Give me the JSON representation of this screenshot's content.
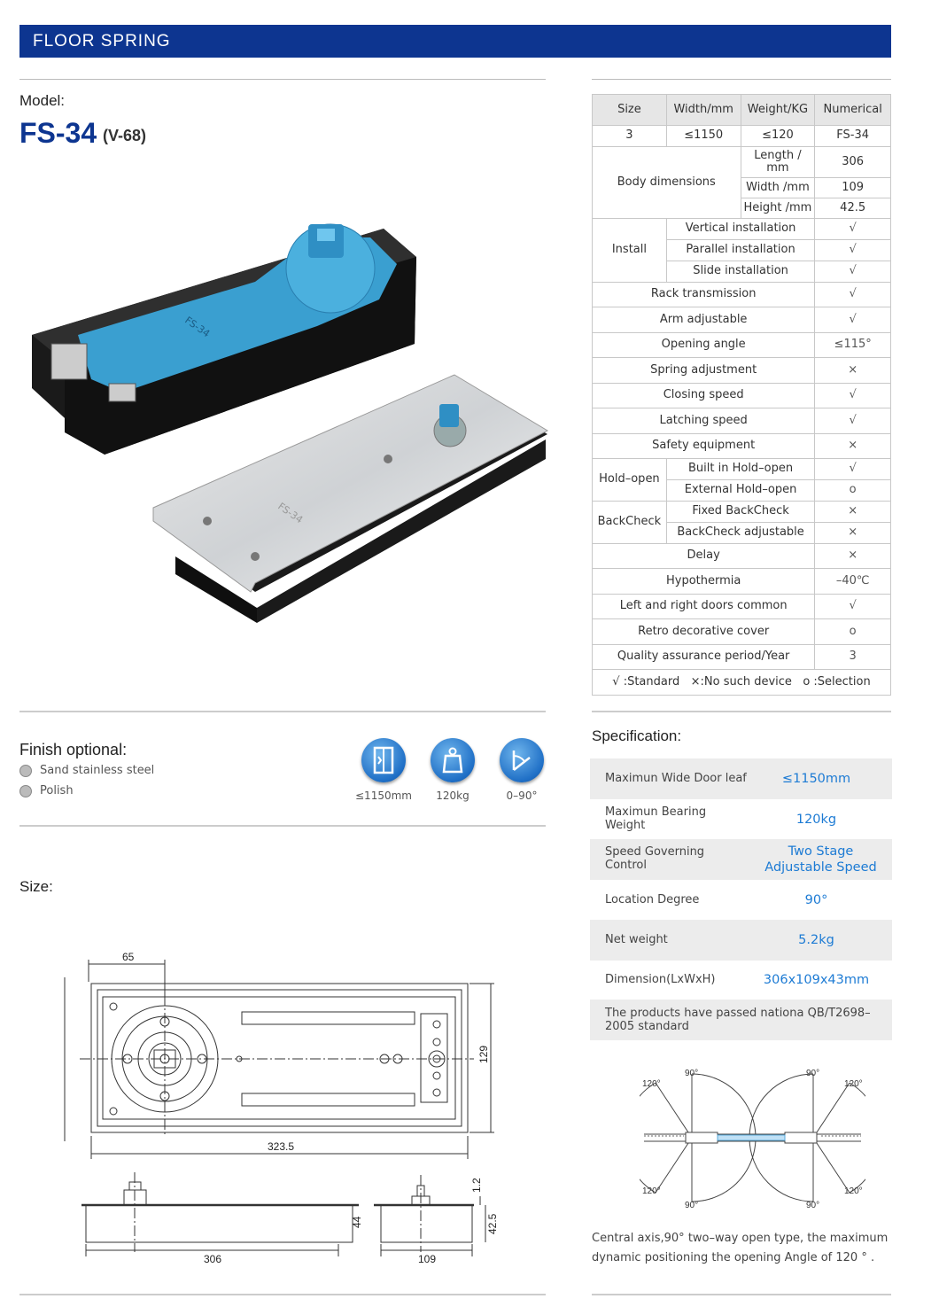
{
  "banner": {
    "title": "FLOOR SPRING"
  },
  "model": {
    "label": "Model:",
    "code": "FS-34",
    "variant": "(V-68)",
    "product_stamp": "FS-34"
  },
  "table": {
    "headers": [
      "Size",
      "Width/mm",
      "Weight/KG",
      "Numerical"
    ],
    "size_row": [
      "3",
      "≤1150",
      "≤120",
      "FS-34"
    ],
    "body_label": "Body dimensions",
    "body": [
      {
        "k": "Length / mm",
        "v": "306"
      },
      {
        "k": "Width /mm",
        "v": "109"
      },
      {
        "k": "Height /mm",
        "v": "42.5"
      }
    ],
    "install_label": "Install",
    "install": [
      {
        "k": "Vertical installation",
        "v": "√"
      },
      {
        "k": "Parallel installation",
        "v": "√"
      },
      {
        "k": "Slide installation",
        "v": "√"
      }
    ],
    "rows_a": [
      {
        "k": "Rack transmission",
        "v": "√"
      },
      {
        "k": "Arm adjustable",
        "v": "√"
      },
      {
        "k": "Opening angle",
        "v": "≤115°"
      },
      {
        "k": "Spring adjustment",
        "v": "×"
      },
      {
        "k": "Closing speed",
        "v": "√"
      },
      {
        "k": "Latching speed",
        "v": "√"
      },
      {
        "k": "Safety equipment",
        "v": "×"
      }
    ],
    "hold_label": "Hold–open",
    "hold": [
      {
        "k": "Built in Hold–open",
        "v": "√"
      },
      {
        "k": "External Hold–open",
        "v": "o"
      }
    ],
    "back_label": "BackCheck",
    "back": [
      {
        "k": "Fixed BackCheck",
        "v": "×"
      },
      {
        "k": "BackCheck adjustable",
        "v": "×"
      }
    ],
    "rows_b": [
      {
        "k": "Delay",
        "v": "×"
      },
      {
        "k": "Hypothermia",
        "v": "–40℃"
      },
      {
        "k": "Left and right doors common",
        "v": "√"
      },
      {
        "k": "Retro decorative cover",
        "v": "o"
      },
      {
        "k": "Quality assurance period/Year",
        "v": "3"
      }
    ],
    "legend": "√ :Standard   ×:No such device   o :Selection"
  },
  "finish": {
    "title": "Finish optional:",
    "options": [
      "Sand stainless steel",
      "Polish"
    ],
    "badges": [
      {
        "label": "≤1150mm",
        "icon": "door-width-icon"
      },
      {
        "label": "120kg",
        "icon": "weight-icon"
      },
      {
        "label": "0–90°",
        "icon": "angle-icon"
      }
    ]
  },
  "size": {
    "title": "Size:",
    "dims": {
      "d65": "65",
      "d129": "129",
      "d3235": "323.5",
      "d306": "306",
      "d44": "44",
      "d12": "1.2",
      "d425": "42.5",
      "d109": "109"
    }
  },
  "spec": {
    "title": "Specification:",
    "rows": [
      {
        "k": "Maximun Wide Door leaf",
        "v": "≤1150mm"
      },
      {
        "k": "Maximun Bearing Weight",
        "v": "120kg"
      },
      {
        "k": "Speed Governing Control",
        "v": "Two Stage Adjustable Speed"
      },
      {
        "k": "Location Degree",
        "v": "90°"
      },
      {
        "k": "Net weight",
        "v": "5.2kg"
      },
      {
        "k": "Dimension(LxWxH)",
        "v": "306x109x43mm"
      }
    ],
    "note": "The products have passed nationa QB/T2698–2005 standard",
    "angles": {
      "a90": "90°",
      "a120": "120°"
    },
    "caption": "Central axis,90° two–way open type, the maximum dynamic positioning the opening Angle of 120 ° ."
  },
  "colors": {
    "brand": "#0d3590",
    "accent": "#1d7bd4",
    "product_blue": "#3a9fd0"
  }
}
